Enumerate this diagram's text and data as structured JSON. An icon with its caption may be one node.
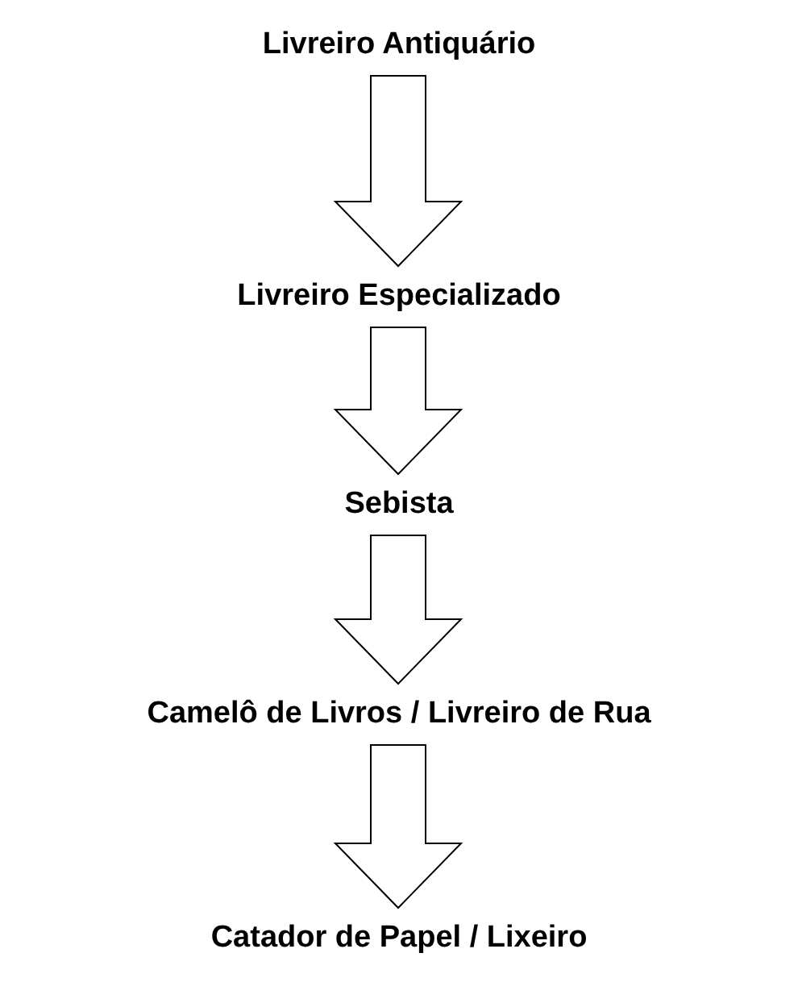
{
  "diagram": {
    "nodes": [
      {
        "text": [
          "Livreiro Antiquário"
        ]
      },
      {
        "text": [
          "Livreiro Especializado"
        ]
      },
      {
        "text": [
          "Sebista"
        ]
      },
      {
        "text": [
          "Camelô de Livros / Livreiro de Rua"
        ]
      },
      {
        "text": [
          "Catador de Papel / Lixeiro"
        ]
      }
    ],
    "edges": [
      {
        "from": 0,
        "to": 1,
        "arrow": "to"
      },
      {
        "from": 1,
        "to": 2,
        "arrow": "to"
      },
      {
        "from": 2,
        "to": 3,
        "arrow": "to"
      },
      {
        "from": 3,
        "to": 4,
        "arrow": "to"
      }
    ]
  }
}
